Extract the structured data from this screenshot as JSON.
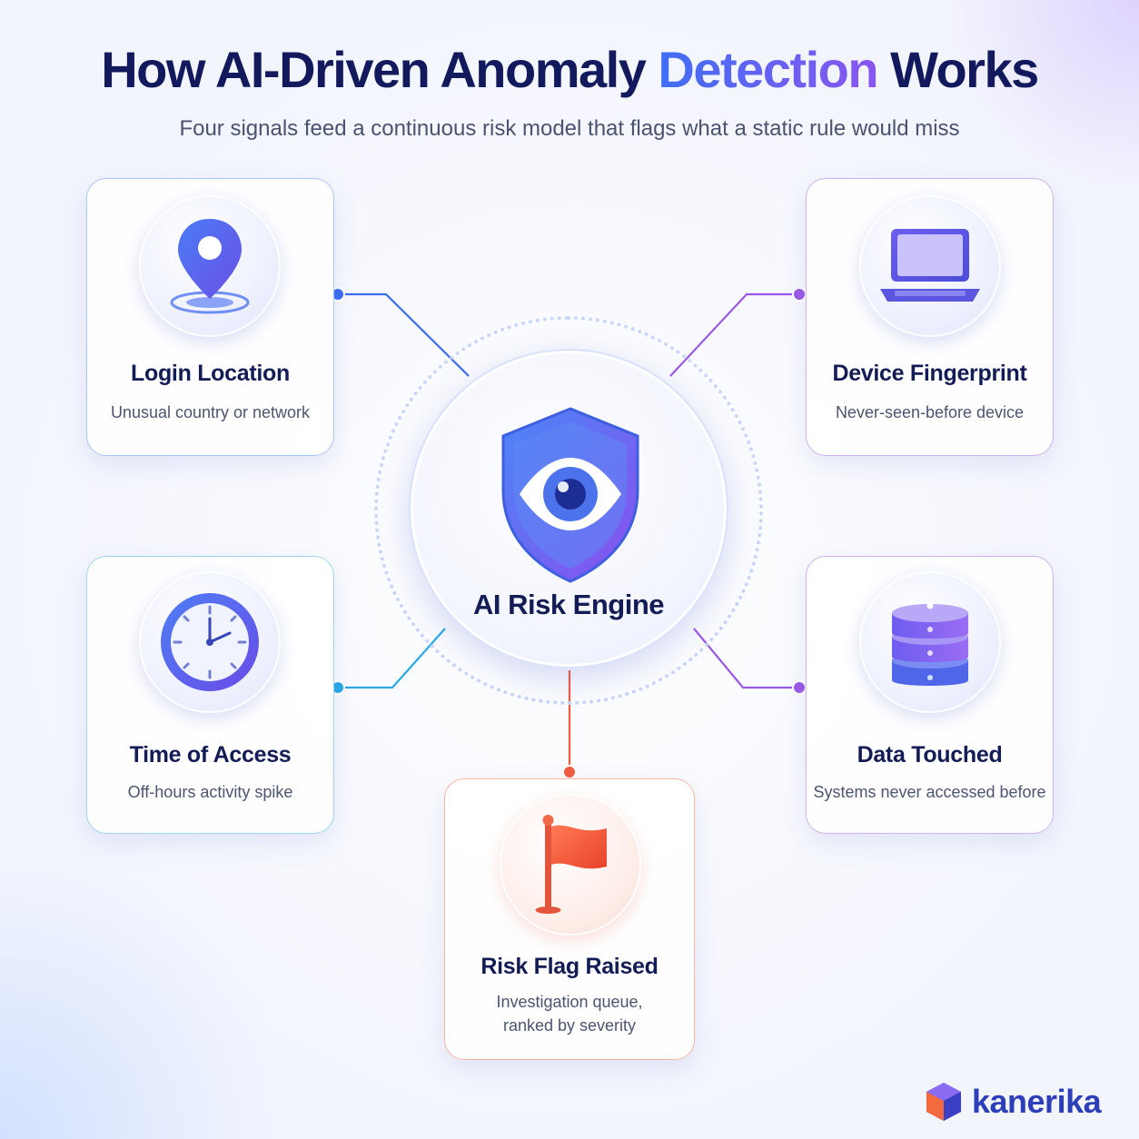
{
  "header": {
    "title_part1": "How AI-Driven Anomaly ",
    "title_accent": "Detection",
    "title_part2": " Works",
    "subtitle": "Four signals feed a continuous risk model that flags what a static rule would miss"
  },
  "center": {
    "label": "AI Risk Engine",
    "icon": "shield-eye-icon"
  },
  "signals": [
    {
      "title": "Login Location",
      "desc": "Unusual country or network",
      "icon": "location-pin-icon",
      "color": "#3b6df2"
    },
    {
      "title": "Device Fingerprint",
      "desc": "Never-seen-before device",
      "icon": "laptop-icon",
      "color": "#9b59e8"
    },
    {
      "title": "Time of Access",
      "desc": "Off-hours activity spike",
      "icon": "clock-icon",
      "color": "#2aa9e6"
    },
    {
      "title": "Data Touched",
      "desc": "Systems never accessed before",
      "icon": "database-icon",
      "color": "#9b59e8"
    }
  ],
  "output": {
    "title": "Risk Flag Raised",
    "desc_line1": "Investigation queue,",
    "desc_line2": "ranked by severity",
    "icon": "flag-icon",
    "color": "#f25c3d"
  },
  "brand": {
    "name": "kanerika",
    "icon": "kanerika-logo-icon"
  }
}
